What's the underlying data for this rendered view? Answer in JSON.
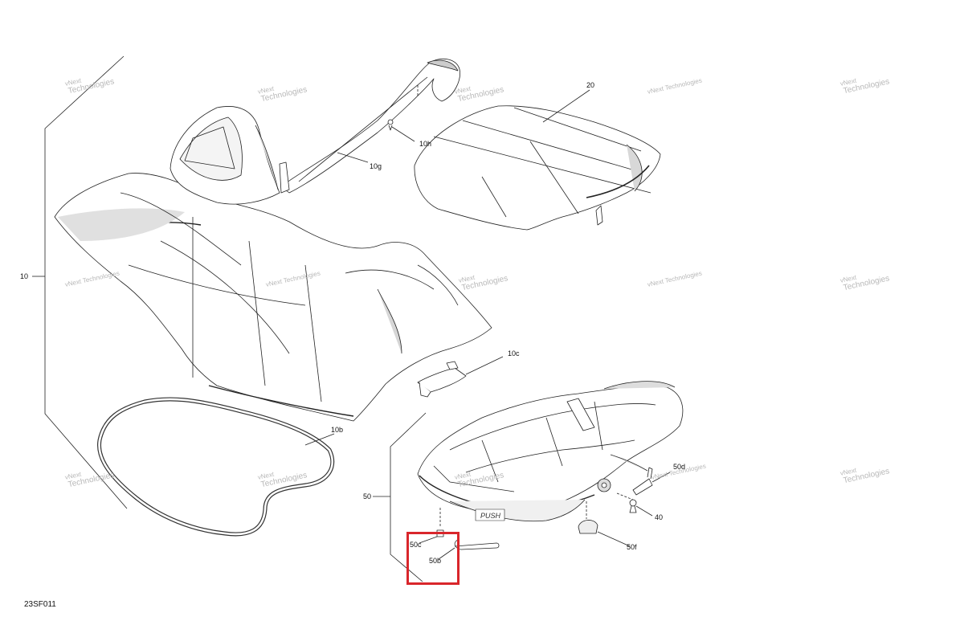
{
  "figure_id": "23SF011",
  "watermark": {
    "line1": "vNext",
    "line2": "Technologies",
    "line_combined": "vNext Technologies"
  },
  "callouts": {
    "c10": "10",
    "c10g": "10g",
    "c10h": "10h",
    "c20": "20",
    "c10c": "10c",
    "c10b": "10b",
    "c50": "50",
    "c50d": "50d",
    "c40": "40",
    "c50f": "50f",
    "c50c": "50c",
    "c50b": "50b"
  },
  "highlight": {
    "color": "#d9262b",
    "target": "50b"
  },
  "brand_mark": "PUSH"
}
